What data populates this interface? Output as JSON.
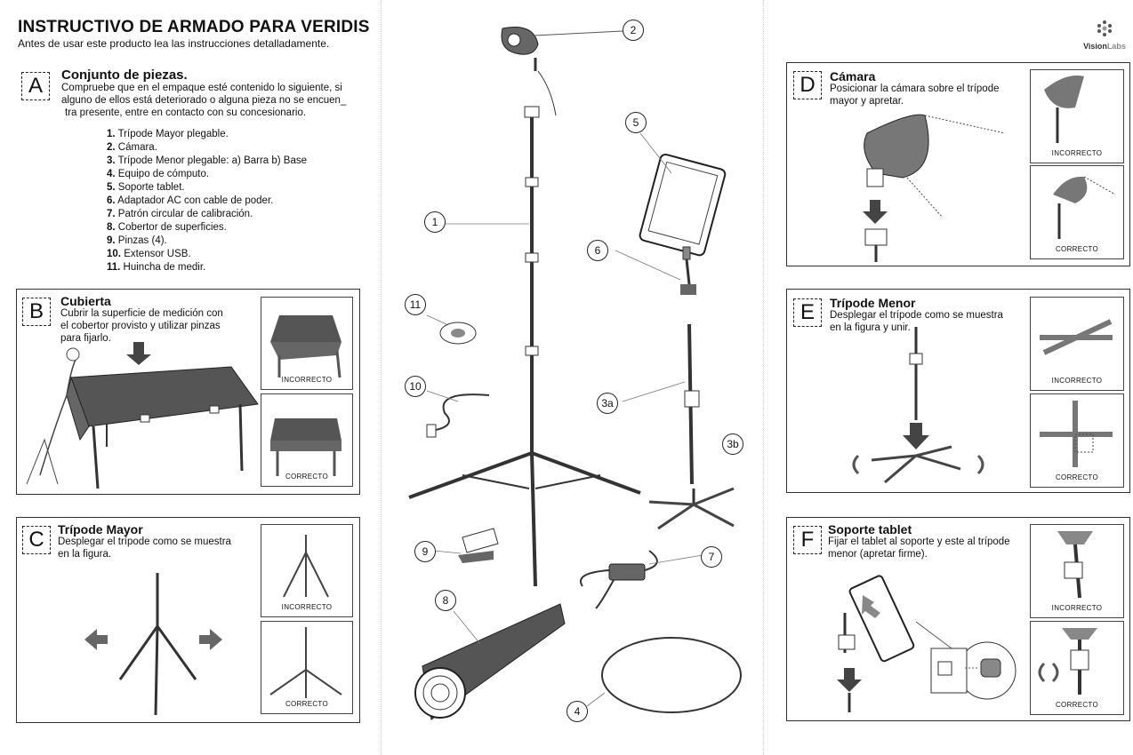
{
  "header": {
    "title": "INSTRUCTIVO DE ARMADO PARA VERIDIS",
    "subtitle": "Antes de usar este producto lea las instrucciones detalladamente.",
    "logo_text_1": "Vision",
    "logo_text_2": "Labs"
  },
  "sectionA": {
    "letter": "A",
    "title": "Conjunto de piezas.",
    "text_1": "Compruebe que en el empaque esté contenido lo siguiente, si",
    "text_2": "alguno de ellos está deteriorado o alguna pieza no se encuen_",
    "text_3": "tra presente, entre en contacto con su concesionario.",
    "items": [
      {
        "num": "1.",
        "label": " Trípode Mayor plegable."
      },
      {
        "num": "2.",
        "label": " Cámara."
      },
      {
        "num": "3.",
        "label": " Trípode Menor plegable:   a) Barra    b) Base"
      },
      {
        "num": "4.",
        "label": " Equipo de cómputo."
      },
      {
        "num": "5.",
        "label": " Soporte tablet."
      },
      {
        "num": "6.",
        "label": " Adaptador AC con cable de poder."
      },
      {
        "num": "7.",
        "label": " Patrón circular de calibración."
      },
      {
        "num": "8.",
        "label": " Cobertor de superficies."
      },
      {
        "num": "9.",
        "label": " Pinzas (4)."
      },
      {
        "num": "10.",
        "label": " Extensor USB."
      },
      {
        "num": "11.",
        "label": " Huincha de medir."
      }
    ]
  },
  "sectionB": {
    "letter": "B",
    "title": "Cubierta",
    "text_1": "Cubrir la superficie de medición con",
    "text_2": "el cobertor provisto y utilizar pinzas",
    "text_3": "para fijarlo.",
    "incorrect": "INCORRECTO",
    "correct": "CORRECTO"
  },
  "sectionC": {
    "letter": "C",
    "title": "Trípode Mayor",
    "text_1": "Desplegar el trípode como se muestra",
    "text_2": "en la figura.",
    "incorrect": "INCORRECTO",
    "correct": "CORRECTO"
  },
  "sectionD": {
    "letter": "D",
    "title": "Cámara",
    "text_1": "Posicionar la cámara sobre el trípode",
    "text_2": "mayor y apretar.",
    "incorrect": "INCORRECTO",
    "correct": "CORRECTO"
  },
  "sectionE": {
    "letter": "E",
    "title": "Trípode Menor",
    "text_1": "Desplegar el trípode como se muestra",
    "text_2": "en la figura y unir.",
    "incorrect": "INCORRECTO",
    "correct": "CORRECTO"
  },
  "sectionF": {
    "letter": "F",
    "title": "Soporte tablet",
    "text_1": "Fijar el tablet al soporte y este al trípode",
    "text_2": "menor (apretar firme).",
    "incorrect": "INCORRECTO",
    "correct": "CORRECTO"
  },
  "callouts": [
    "1",
    "2",
    "3a",
    "3b",
    "4",
    "5",
    "6",
    "7",
    "8",
    "9",
    "10",
    "11"
  ]
}
